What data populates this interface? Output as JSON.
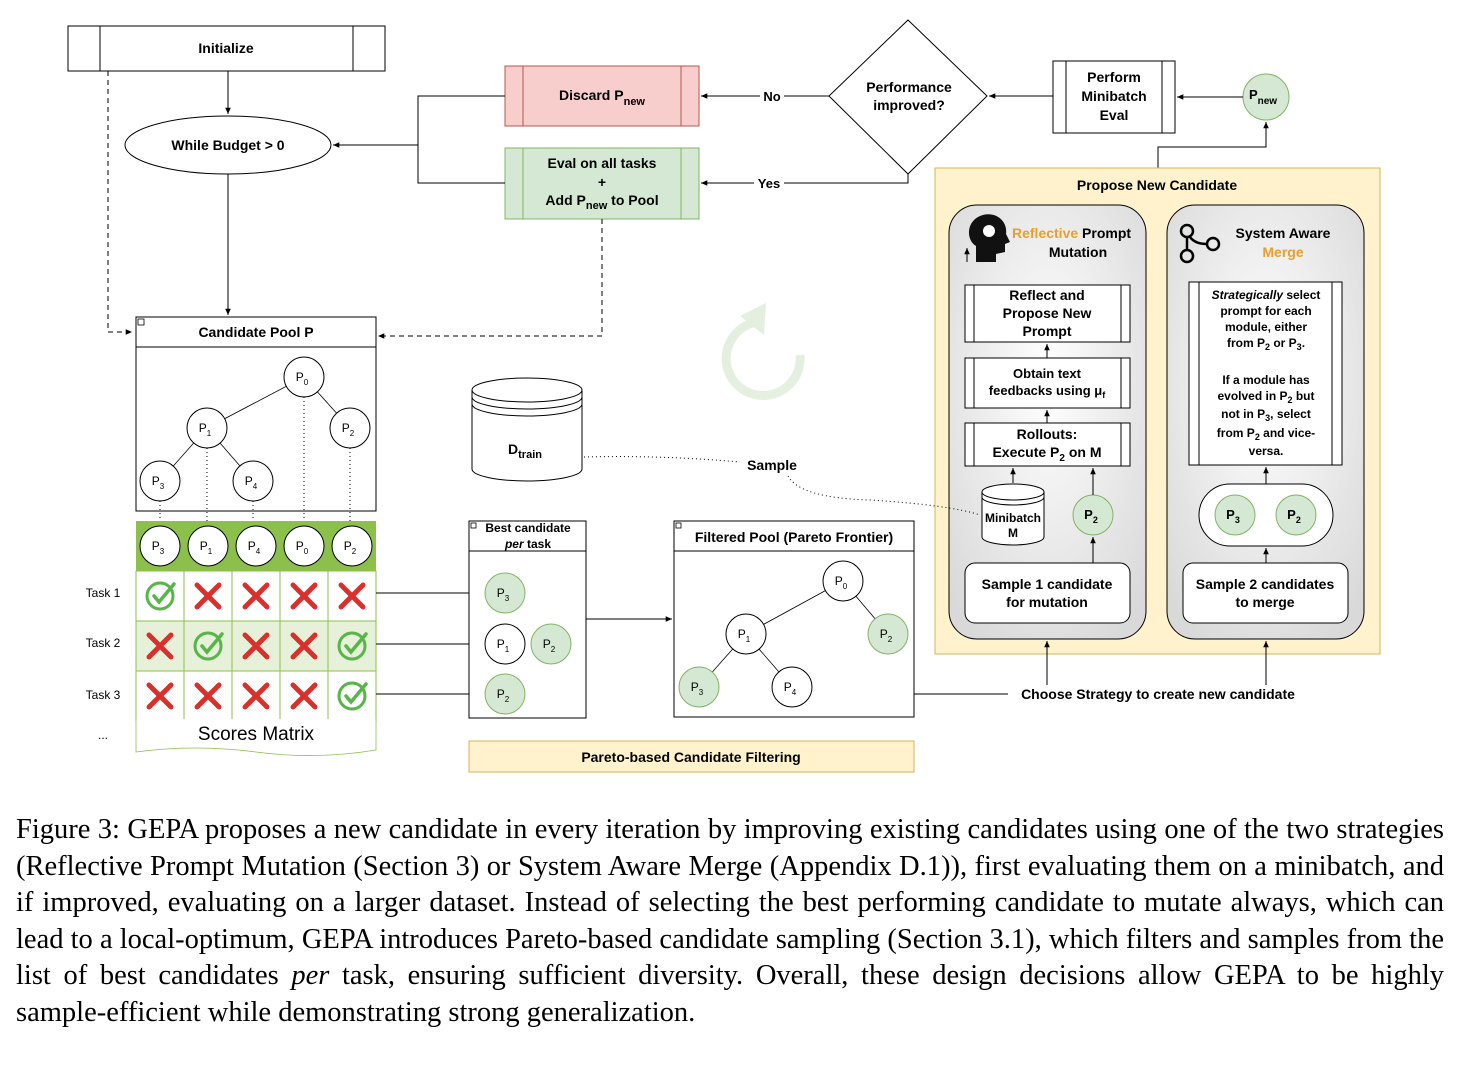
{
  "diagram": {
    "initialize": "Initialize",
    "while_budget": "While Budget > 0",
    "discard": "Discard P",
    "discard_sub": "new",
    "eval_line1": "Eval on all tasks",
    "eval_plus": "+",
    "eval_line3a": "Add P",
    "eval_line3sub": "new",
    "eval_line3b": " to Pool",
    "no_label": "No",
    "yes_label": "Yes",
    "decision_line1": "Performance",
    "decision_line2": "improved?",
    "minibatch_eval": [
      "Perform",
      "Minibatch",
      "Eval"
    ],
    "pnew_main": "P",
    "pnew_sub": "new",
    "propose_title": "Propose New Candidate",
    "reflective_word1": "Reflective",
    "reflective_word2": " Prompt",
    "reflective_word3": "Mutation",
    "sam_word1": "System Aware",
    "sam_word2": "Merge",
    "reflect_box": [
      "Reflect and",
      "Propose New",
      "Prompt"
    ],
    "obtain_line1": "Obtain text",
    "obtain_line2a": "feedbacks using μ",
    "obtain_line2sub": "f",
    "rollouts_line1": "Rollouts:",
    "rollouts_line2a": "Execute P",
    "rollouts_line2sub": "2",
    "rollouts_line2b": " on M",
    "minibatch_line1": "Minibatch",
    "minibatch_line2": "M",
    "sample1": [
      "Sample 1 candidate",
      "for mutation"
    ],
    "sample2": [
      "Sample 2 candidates",
      "to merge"
    ],
    "merge_text": {
      "l1a": "Strategically",
      "l1b": " select",
      "l2": "prompt for each",
      "l3": "module, either",
      "l4a": "from P",
      "l4b": "2",
      "l4c": " or P",
      "l4d": "3",
      "l4e": ".",
      "l5": "If a module has",
      "l6a": "evolved in P",
      "l6b": "2",
      "l6c": " but",
      "l7a": "not in P",
      "l7b": "3",
      "l7c": ", select",
      "l8a": "from P",
      "l8b": "2",
      "l8c": " and vice-",
      "l9": "versa."
    },
    "candidate_pool": "Candidate Pool P",
    "dtrain_main": "D",
    "dtrain_sub": "train",
    "sample_label": "Sample",
    "best_line1": "Best candidate",
    "best_line2a": "per",
    "best_line2b": " task",
    "filtered_pool": "Filtered Pool (Pareto Frontier)",
    "pareto_filtering": "Pareto-based Candidate Filtering",
    "choose_strategy": "Choose Strategy to create new candidate",
    "scores_matrix": "Scores Matrix",
    "tasks": [
      "Task 1",
      "Task 2",
      "Task 3",
      "..."
    ],
    "header_nodes": [
      [
        "P",
        "3"
      ],
      [
        "P",
        "1"
      ],
      [
        "P",
        "4"
      ],
      [
        "P",
        "0"
      ],
      [
        "P",
        "2"
      ]
    ],
    "scores": [
      [
        "check",
        "cross",
        "cross",
        "cross",
        "cross"
      ],
      [
        "cross",
        "check",
        "cross",
        "cross",
        "check"
      ],
      [
        "cross",
        "cross",
        "cross",
        "cross",
        "check"
      ]
    ],
    "colors": {
      "discard_fill": "#f8cecc",
      "discard_stroke": "#b85450",
      "eval_fill": "#d5e8d4",
      "eval_stroke": "#82b366",
      "propose_bg": "#fff2cc",
      "propose_border": "#d6b656",
      "green_node": "#d5e8d4",
      "matrix_header": "#8dbf4b",
      "row_light": "#e7f0d9",
      "cross": "#d9302c",
      "check": "#58b548",
      "orange_text": "#e6a02e"
    }
  },
  "caption": {
    "part1": "Figure 3: GEPA proposes a new candidate in every iteration by improving existing candidates using one of the two strategies (Reflective Prompt Mutation (Section  3) or System Aware Merge (Appendix  D.1)), first evaluating them on a minibatch, and if improved, evaluating on a larger dataset. Instead of selecting the best performing candidate to mutate always, which can lead to a local-optimum, GEPA introduces Pareto-based candidate sampling (Section 3.1), which filters and samples from the list of best candidates ",
    "italic": "per",
    "part2": " task, ensuring sufficient diversity. Overall, these design decisions allow GEPA to be highly sample-efficient while demonstrating strong generalization."
  }
}
